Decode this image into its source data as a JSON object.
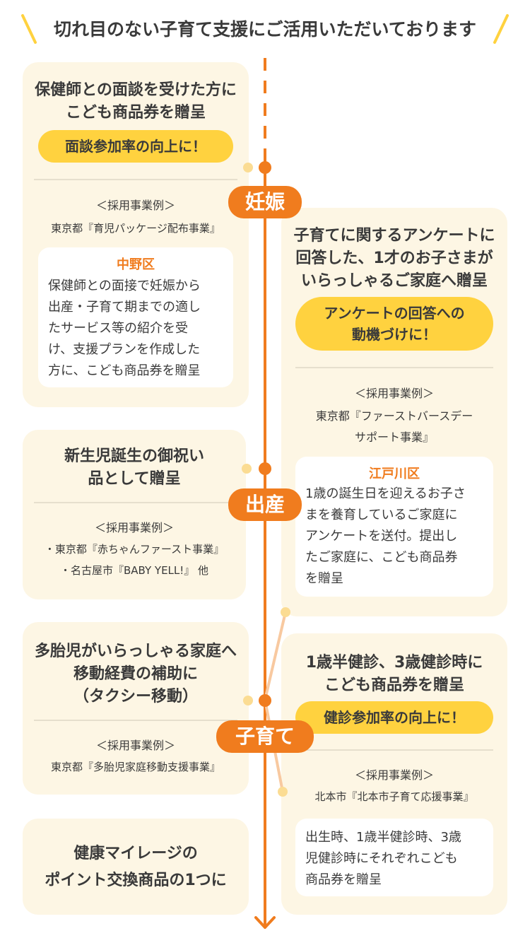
{
  "header": {
    "title": "切れ目のない子育て支援にご活用いただいております"
  },
  "labels": {
    "pregnancy": "妊娠",
    "birth": "出産",
    "childcare": "子育て"
  },
  "common": {
    "adoption_heading": "＜採用事業例＞"
  },
  "cards": {
    "pregnancy_interview": {
      "title_lines": [
        "保健師との面談を受けた方に",
        "こども商品券を贈呈"
      ],
      "pill": "面談参加率の向上に！",
      "example": "東京都『育児パッケージ配布事業』",
      "ward": "中野区",
      "desc_lines": [
        "保健師との面接で妊娠から",
        "出産・子育て期までの適し",
        "たサービス等の紹介を受",
        "け、支援プランを作成した",
        "方に、こども商品券を贈呈"
      ]
    },
    "survey": {
      "title_lines": [
        "子育てに関するアンケートに",
        "回答した、1才のお子さまが",
        "いらっしゃるご家庭へ贈呈"
      ],
      "pill_lines": [
        "アンケートの回答への",
        "動機づけに！"
      ],
      "example_lines": [
        "東京都『ファーストバースデー",
        "サポート事業』"
      ],
      "ward": "江戸川区",
      "desc_lines": [
        "1歳の誕生日を迎えるお子さ",
        "まを養育しているご家庭に",
        "アンケートを送付。提出し",
        "たご家庭に、こども商品券",
        "を贈呈"
      ]
    },
    "birth_gift": {
      "title_lines": [
        "新生児誕生の御祝い",
        "品として贈呈"
      ],
      "example_lines": [
        "・東京都『赤ちゃんファースト事業』",
        "・名古屋市『BABY YELL!』 他"
      ]
    },
    "multiple_birth": {
      "title_lines": [
        "多胎児がいらっしゃる家庭へ",
        "移動経費の補助に",
        "（タクシー移動）"
      ],
      "example": "東京都『多胎児家庭移動支援事業』"
    },
    "checkup": {
      "title_lines": [
        "1歳半健診、3歳健診時に",
        "こども商品券を贈呈"
      ],
      "pill": "健診参加率の向上に！",
      "example": "北本市『北本市子育て応援事業』",
      "desc_lines": [
        "出生時、1歳半健診時、3歳",
        "児健診時にそれぞれこども",
        "商品券を贈呈"
      ]
    },
    "health_mileage": {
      "title_lines": [
        "健康マイレージの",
        "ポイント交換商品の1つに"
      ]
    }
  },
  "colors": {
    "accent": "#f07c1e",
    "pill": "#ffd23f",
    "card": "#fdf6e4",
    "dot_light": "#fbdc93"
  }
}
